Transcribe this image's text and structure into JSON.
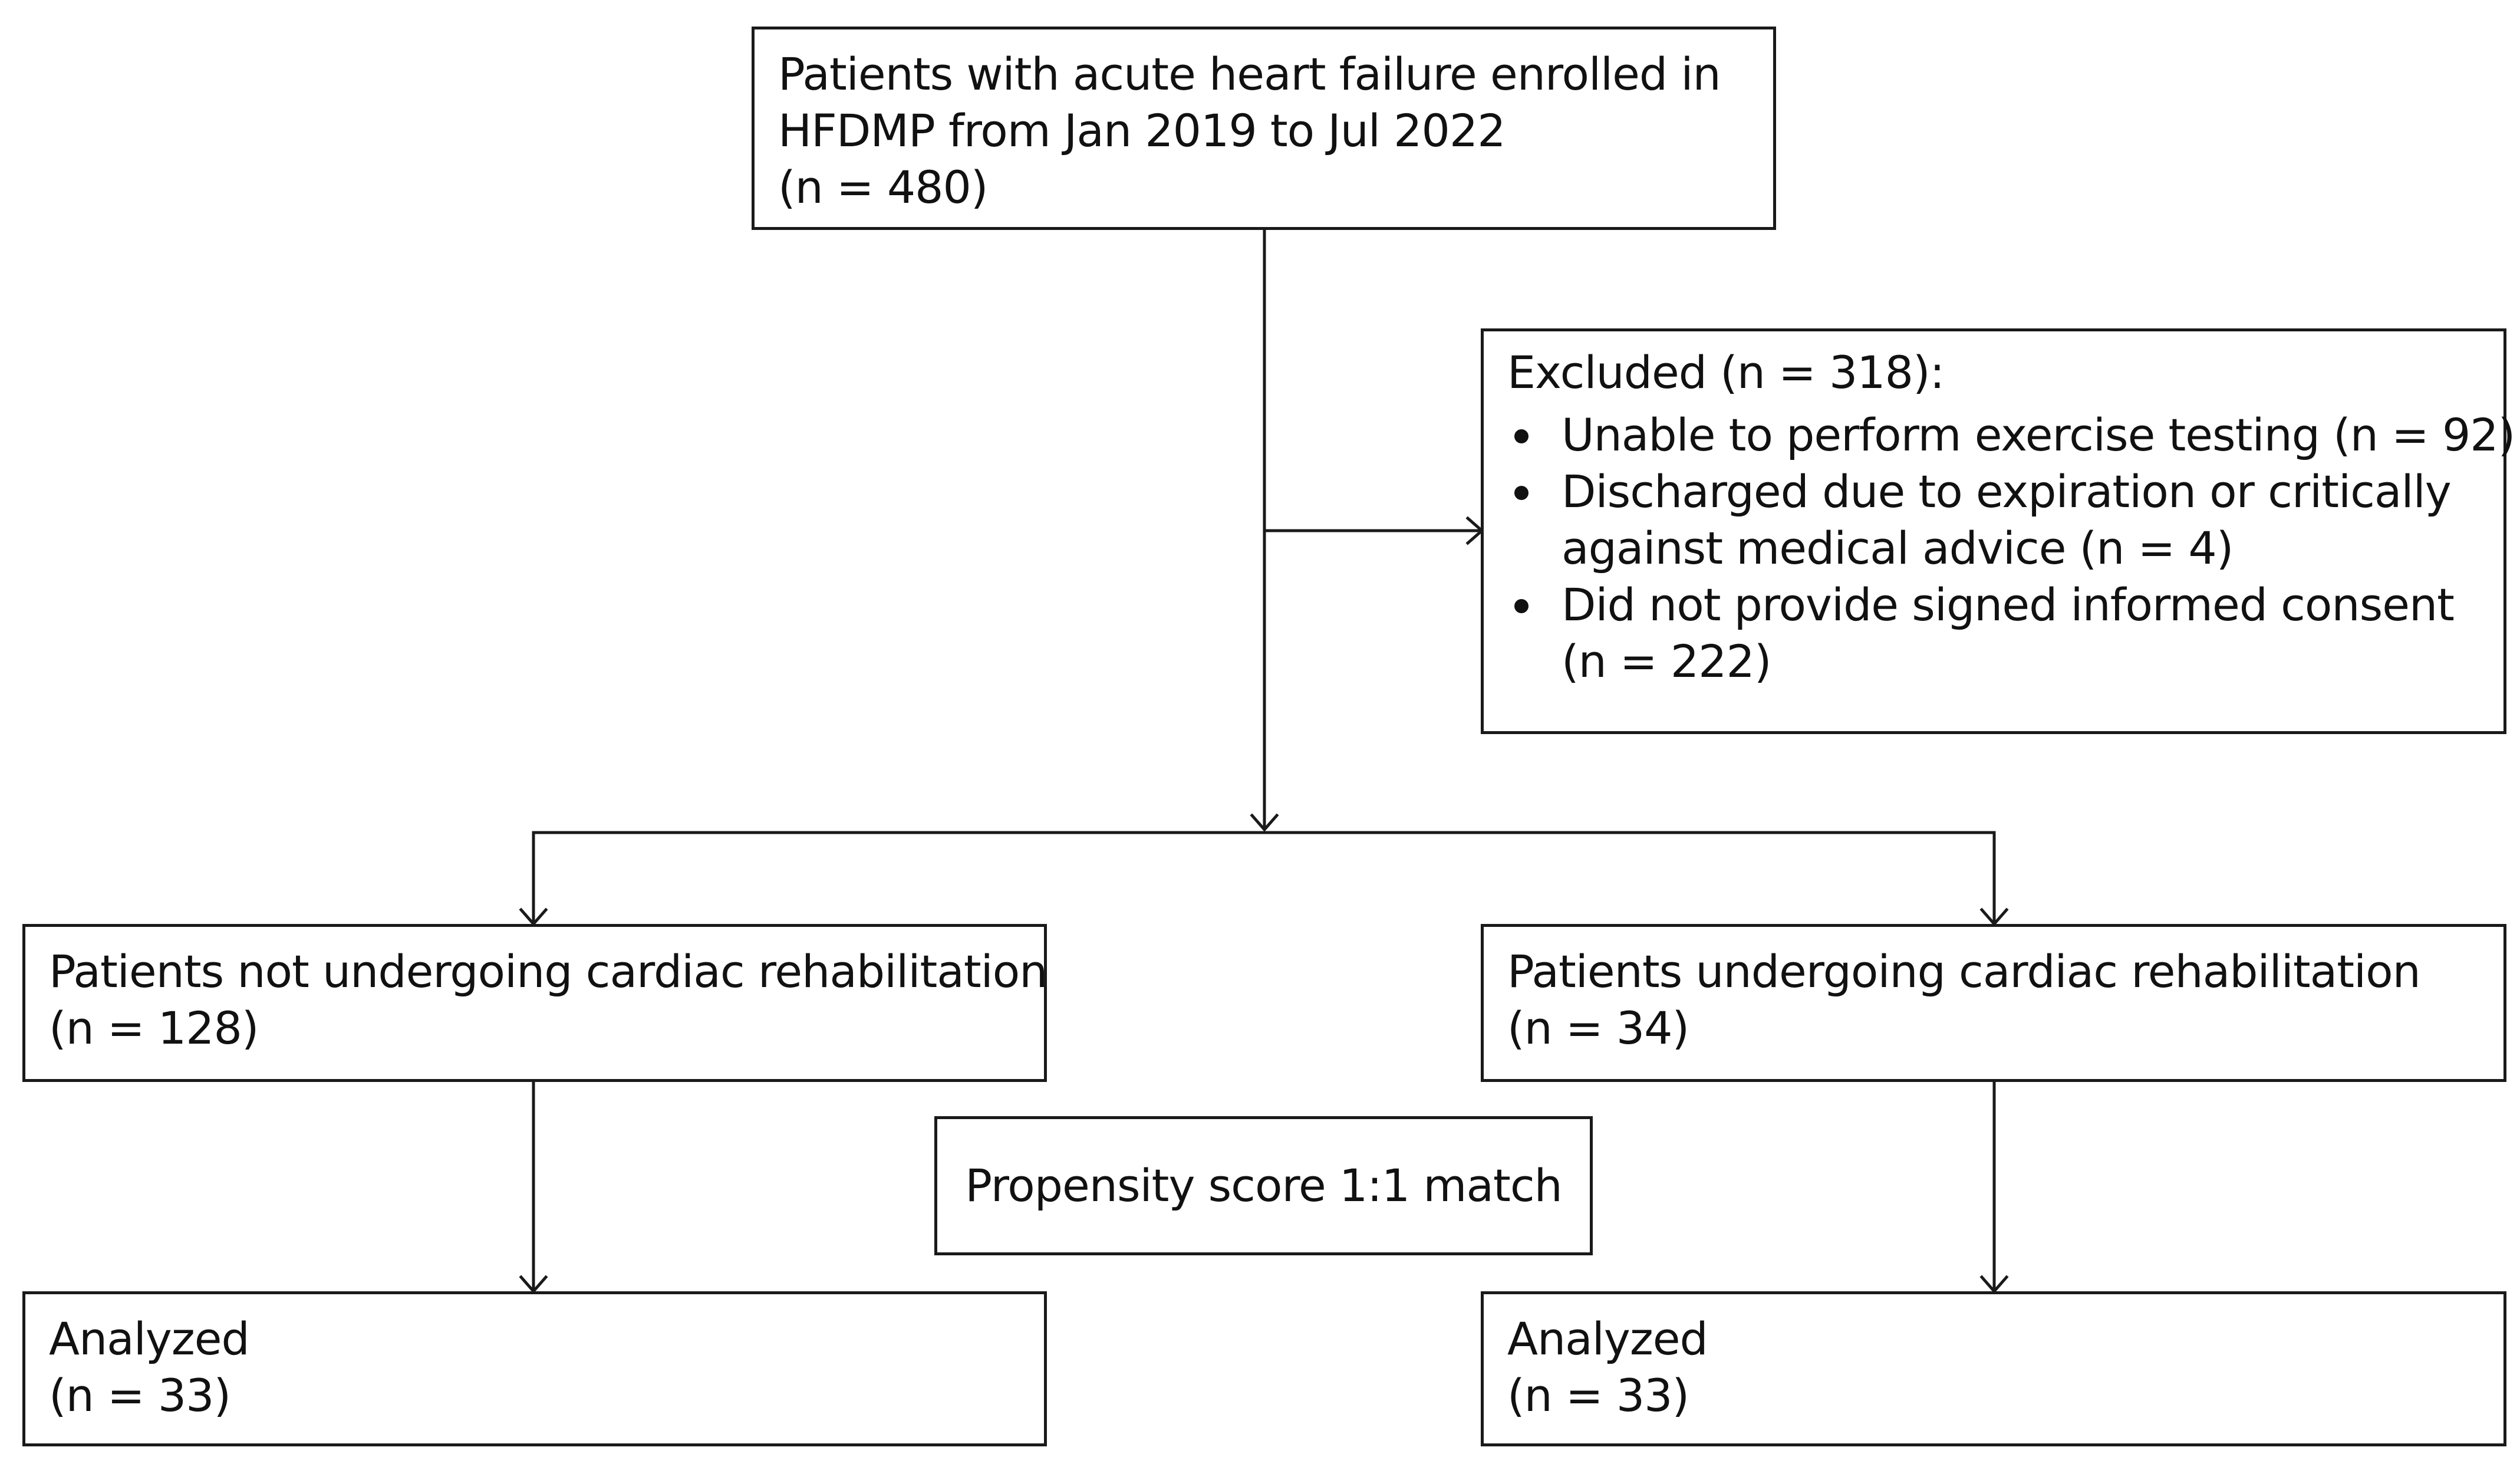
{
  "boxes": {
    "enrolled": {
      "lines": [
        "Patients with acute heart failure enrolled in",
        "HFDMP from Jan 2019 to Jul 2022",
        "(n = 480)"
      ]
    },
    "excluded": {
      "title": "Excluded (n = 318):",
      "items": [
        [
          "Unable to perform exercise testing (n = 92)"
        ],
        [
          "Discharged due to expiration or critically",
          "against medical advice (n = 4)"
        ],
        [
          "Did not provide signed informed consent",
          "(n = 222)"
        ]
      ]
    },
    "not_rehab": {
      "lines": [
        "Patients not undergoing cardiac rehabilitation",
        "(n = 128)"
      ]
    },
    "rehab": {
      "lines": [
        "Patients undergoing cardiac rehabilitation",
        "(n = 34)"
      ]
    },
    "match": {
      "label": "Propensity score 1:1 match"
    },
    "analyzed_left": {
      "lines": [
        "Analyzed",
        "(n = 33)"
      ]
    },
    "analyzed_right": {
      "lines": [
        "Analyzed",
        "(n = 33)"
      ]
    }
  }
}
